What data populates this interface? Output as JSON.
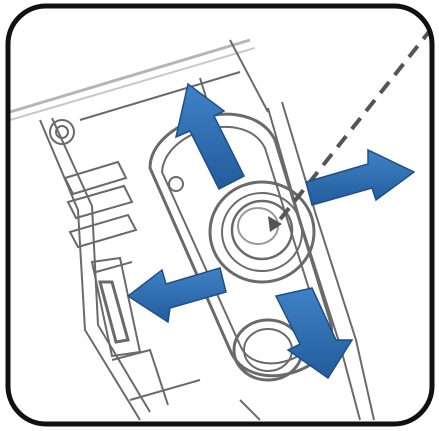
{
  "diagram": {
    "subject": "device-bottom-panel-joystick",
    "colors": {
      "frame_border": "#111111",
      "background": "#ffffff",
      "line_art": "#6a6a6a",
      "line_art_light": "#b5b5b5",
      "arrow_fill": "#2f6fb3",
      "arrow_fill_dark": "#1f4f8a",
      "pointer_line": "#555555"
    },
    "arrows": [
      {
        "name": "up-arrow-icon",
        "direction": "up"
      },
      {
        "name": "right-arrow-icon",
        "direction": "right"
      },
      {
        "name": "down-arrow-icon",
        "direction": "down"
      },
      {
        "name": "left-arrow-icon",
        "direction": "left"
      }
    ],
    "pointer": {
      "style": "dashed",
      "target": "center-button"
    }
  }
}
